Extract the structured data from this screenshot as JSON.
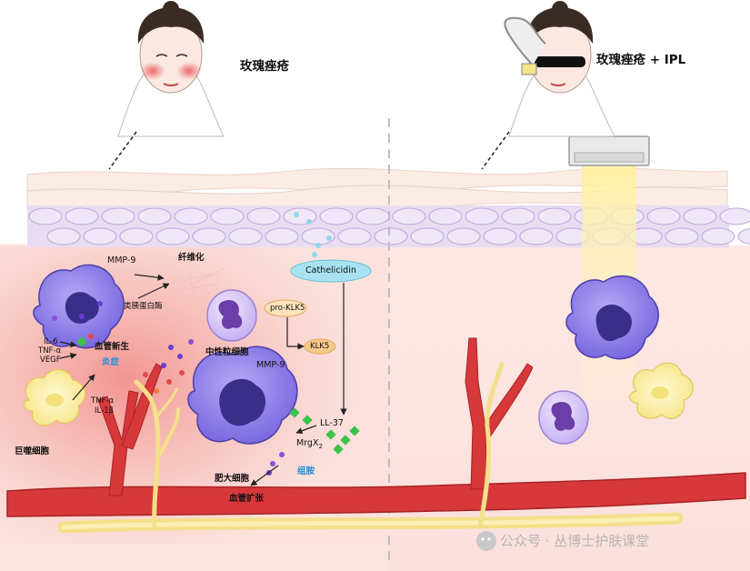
{
  "titles": {
    "left": "玫瑰痤疮",
    "right": "玫瑰痤疮 + IPL"
  },
  "labels": {
    "mmp9_top": "MMP-9",
    "fibrosis": "纤维化",
    "collagenase": "类胰蛋白酶",
    "il6": "IL-6",
    "tnfa_top": "TNF-α",
    "vegf": "VEGF",
    "angiogenesis": "血管新生",
    "inflammation": "炎症",
    "tnfa_bottom": "TNF-α",
    "il1b": "IL-1β",
    "macrophage": "巨噬细胞",
    "neutrophil": "中性粒细胞",
    "mmp9_mid": "MMP-9",
    "cathelicidin": "Cathelicidin",
    "pro_klk5": "pro-KLK5",
    "klk5": "KLK5",
    "ll37": "LL-37",
    "mrgx2": "MrgX",
    "mrgx2_sub": "2",
    "histamine": "组胺",
    "mast_cell": "肥大细胞",
    "vasodilation": "血管扩张"
  },
  "watermark": "公众号 · 丛博士护肤课堂",
  "icons": {
    "watermark": "wechat-icon"
  },
  "colors": {
    "vessel_red": "#d93a3c",
    "nerve_yellow": "#f6e58a",
    "cell_purple": "#8a7be8",
    "cathelicidin_fill": "#a8e2f0",
    "klk_fill": "#f8c98a",
    "granule_green": "#3cc24a"
  }
}
